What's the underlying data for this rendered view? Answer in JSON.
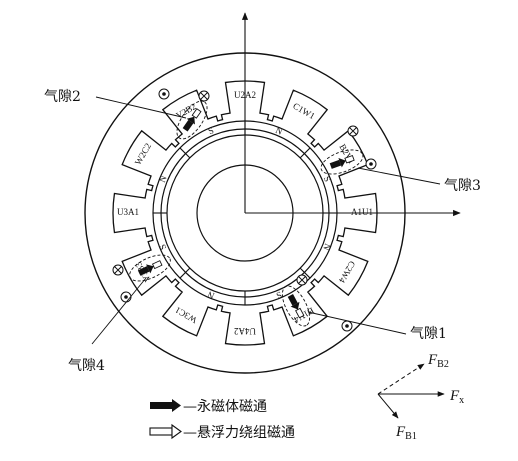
{
  "slots": [
    {
      "label": "U2A2",
      "angle": 90
    },
    {
      "label": "C1W1",
      "angle": 60
    },
    {
      "label": "B2V1",
      "angle": 30
    },
    {
      "label": "A1U1",
      "angle": 0
    },
    {
      "label": "C2W4",
      "angle": -30
    },
    {
      "label": "B1V4",
      "angle": -60
    },
    {
      "label": "U4A2",
      "angle": -90
    },
    {
      "label": "W3C1",
      "angle": -120
    },
    {
      "label": "V3B3",
      "angle": -150
    },
    {
      "label": "U3A1",
      "angle": 180
    },
    {
      "label": "W2C2",
      "angle": 150
    },
    {
      "label": "V2B2",
      "angle": 120
    }
  ],
  "poles": [
    {
      "label": "N",
      "angle": 67.5
    },
    {
      "label": "S",
      "angle": 22.5
    },
    {
      "label": "N",
      "angle": -22.5
    },
    {
      "label": "S",
      "angle": -67.5
    },
    {
      "label": "N",
      "angle": -112.5
    },
    {
      "label": "S",
      "angle": -157.5
    },
    {
      "label": "N",
      "angle": 157.5
    },
    {
      "label": "S",
      "angle": 112.5
    }
  ],
  "air_gaps": {
    "gap1": "气隙1",
    "gap2": "气隙2",
    "gap3": "气隙3",
    "gap4": "气隙4"
  },
  "legend": {
    "pm_flux": "—永磁体磁通",
    "suspension_flux": "—悬浮力绕组磁通"
  },
  "forces": {
    "fb2_main": "F",
    "fb2_sub": "B2",
    "fx_main": "F",
    "fx_sub": "x",
    "fb1_main": "F",
    "fb1_sub": "B1"
  }
}
